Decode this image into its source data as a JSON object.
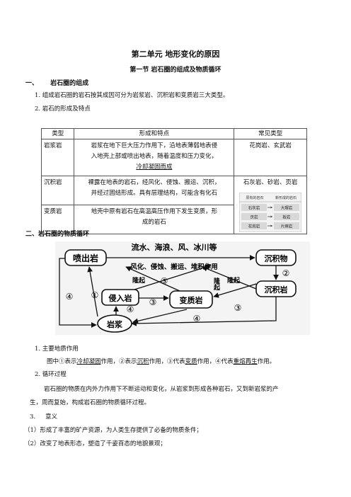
{
  "title": "第二单元  地形变化的原因",
  "subtitle": "第一节  岩石圈的组成及物质循环",
  "section1": {
    "heading_num": "一、",
    "heading_text": "岩石圈的组成",
    "item1": "1. 组成岩石圈的岩石按其成因可分为岩浆岩、沉积岩和变质岩三大类型。",
    "item2": "2. 岩石的形成及特点"
  },
  "table": {
    "headers": [
      "类型",
      "形成和特点",
      "常见类型"
    ],
    "rows": [
      {
        "type": "岩浆岩",
        "lines": [
          "岩浆在地下巨大压力作用下，沿地表薄弱地表侵",
          "入地壳上部或喷出地表，随着温度和压力变化，",
          "冷却凝固而成"
        ],
        "examples": "花岗岩、玄武岩"
      },
      {
        "type": "沉积岩",
        "lines": [
          "裸露在地表的岩石，经风化、侵蚀、搬运、沉积，",
          "并经过固结形成。具有层理结构，可能含有化石"
        ],
        "examples": "石灰岩、砂岩、页岩"
      },
      {
        "type": "变质岩",
        "lines": [
          "地壳中原有岩石在高温高压作用下发生变质，形",
          "成的岩石"
        ],
        "examples": ""
      }
    ],
    "inset": {
      "headers": [
        "原有的岩石",
        "新形成的岩石"
      ],
      "rows": [
        [
          "石灰岩",
          "大理岩"
        ],
        [
          "页岩",
          "板岩"
        ],
        [
          "花岗岩",
          "片麻岩"
        ]
      ]
    }
  },
  "section2": {
    "heading": "二、岩石圈的物质循环"
  },
  "diagram": {
    "boxes": {
      "penchu": "喷出岩",
      "qinru": "侵入岩",
      "bianzhi": "变质岩",
      "chenjiwu": "沉积物",
      "chenjiyan": "沉积岩",
      "yanjiang": "岩浆"
    },
    "labels": {
      "top1": "流水、海浪、风、冰川等",
      "top2": "风化、侵蚀、搬运、堆积作用",
      "longqi": "隆起",
      "n1": "①",
      "n2": "②",
      "n3": "③",
      "n4": "④"
    }
  },
  "section3": {
    "item1_title": "1. 主要地质作用",
    "item1_text": [
      "图中①表示",
      "冷却凝固",
      "作用，②表示",
      "沉积",
      "作用，③代表",
      "变质",
      "作用，④代表",
      "重熔再生",
      "作用。"
    ],
    "item2_title": "2. 循环过程",
    "item2_line1": "岩石圈的物质在内外力作用下不断运动和变化，从岩浆到形成各种岩石，又到新岩浆的产",
    "item2_line2": "生，周而复始，构成岩石圈的物质循环过程。",
    "item3_num": "3.",
    "item3_title": "意义",
    "item3_p1": "（1）形成了丰富的矿产资源，为人类生存提供了必备的物质条件；",
    "item3_p2": "（2）改变了地表形态，塑造了千姿百态的地貌景观；"
  }
}
